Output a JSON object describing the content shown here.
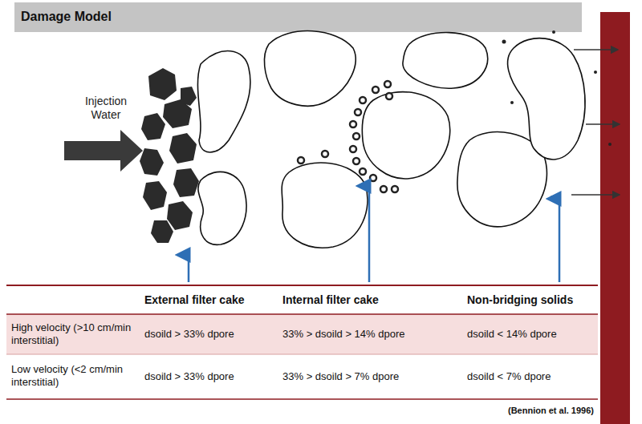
{
  "diagram": {
    "title": "Damage Model",
    "caption": "(Bennion et al. 1996)",
    "labels": [
      "Injection Water",
      "External filter cake",
      "Internal filter cake",
      "Non-bridging solids",
      "High velocity (>10 cm/min interstitial)",
      "dsoild > 33% dpore",
      "33% > dsoild > 14% dpore",
      "dsoild < 14% dpore",
      "Low velocity (<2 cm/min interstitial)",
      "dsoild > 33% dpore",
      "33% > dsoild > 7% dpore",
      "dsoild < 7% dpore"
    ]
  }
}
